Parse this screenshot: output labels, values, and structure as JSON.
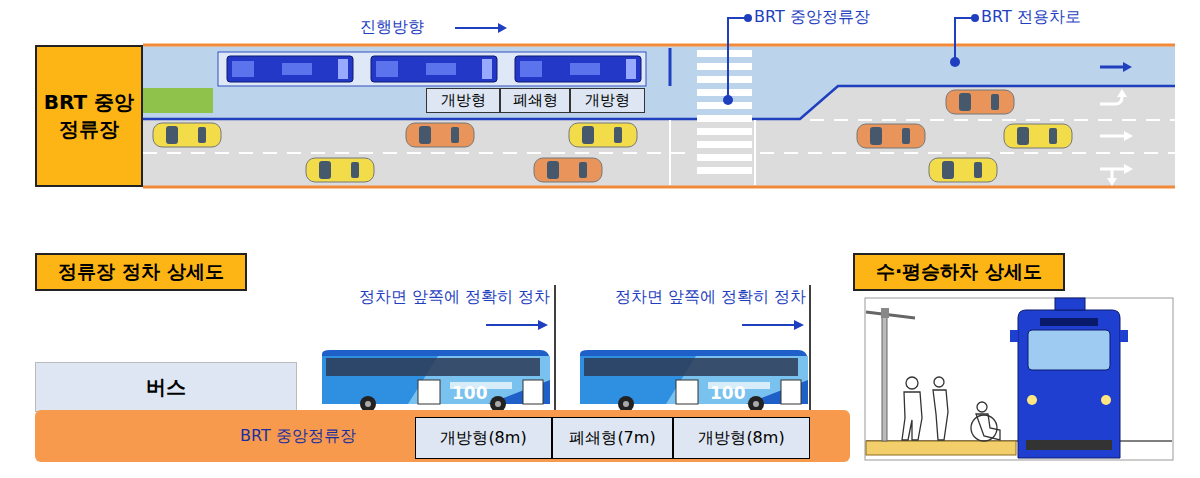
{
  "diagram": {
    "nodes": [
      {
        "text": [
          "BRT 중앙 정류장"
        ]
      },
      {
        "text": [
          "개방형"
        ]
      },
      {
        "text": [
          "폐쇄형"
        ]
      },
      {
        "text": [
          "개방형"
        ]
      },
      {
        "text": [
          "정류장 정차 상세도"
        ]
      },
      {
        "text": [
          "버스"
        ]
      },
      {
        "text": [
          "BRT 중앙정류장"
        ]
      },
      {
        "text": [
          "개방형(8m)"
        ],
        "in": 6
      },
      {
        "text": [
          "폐쇄형(7m)"
        ],
        "in": 6
      },
      {
        "text": [
          "개방형(8m)"
        ],
        "in": 6
      },
      {
        "text": [
          "수·평승하차 상세도"
        ]
      }
    ],
    "labels": [
      "진행방향",
      "BRT 중앙정류장",
      "BRT 전용차로",
      "정차면 앞쪽에 정확히 정차",
      "정차면 앞쪽에 정확히 정차",
      "100",
      "100"
    ]
  }
}
